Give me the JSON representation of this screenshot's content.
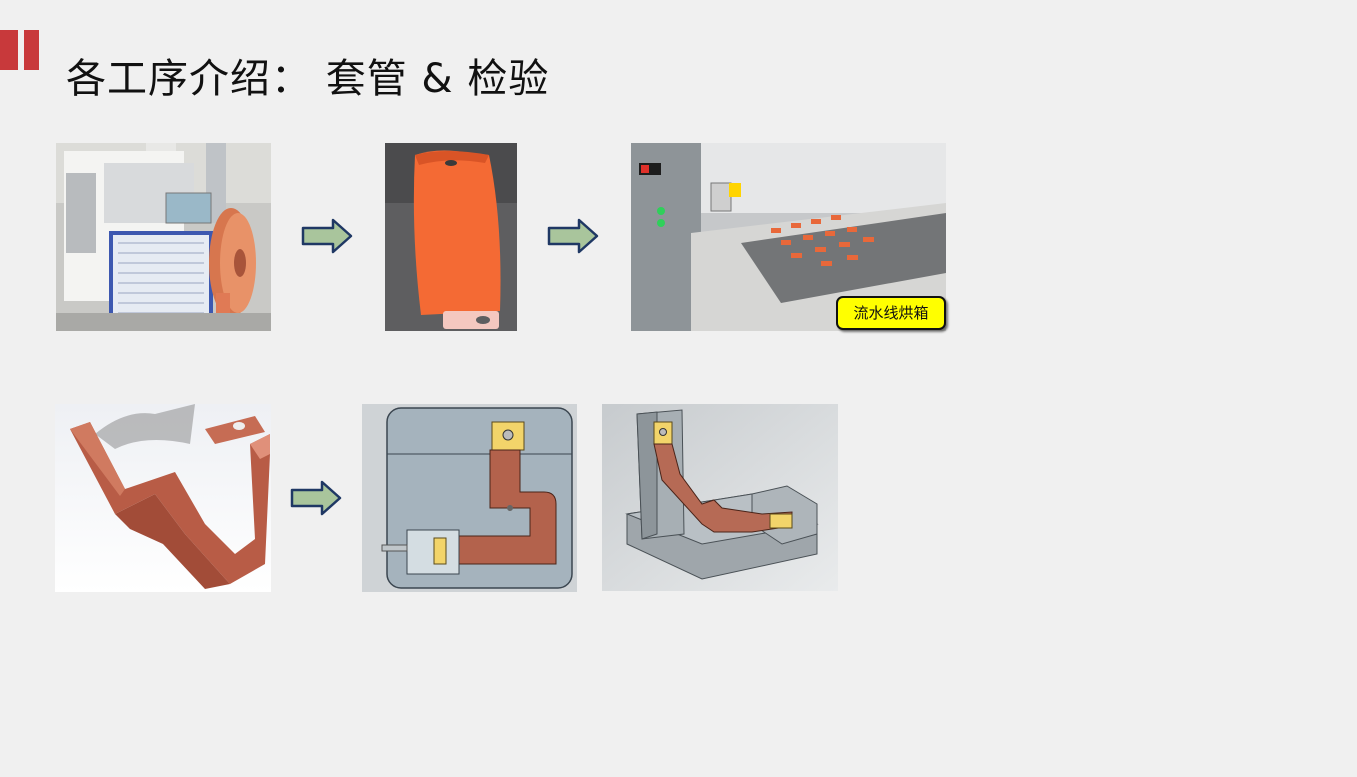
{
  "slide": {
    "title": "各工序介绍： 套管 & 检验",
    "oven_label": "流水线烘箱",
    "accent_color": "#c8393b"
  },
  "images": {
    "row1": [
      "sleeving-machine-photo",
      "sleeved-busbar-photo",
      "conveyor-oven-photo"
    ],
    "row2": [
      "busbar-3d-model",
      "fixture-top-view",
      "fixture-3d-view"
    ]
  },
  "icons": {
    "arrow": "right-arrow-icon"
  }
}
